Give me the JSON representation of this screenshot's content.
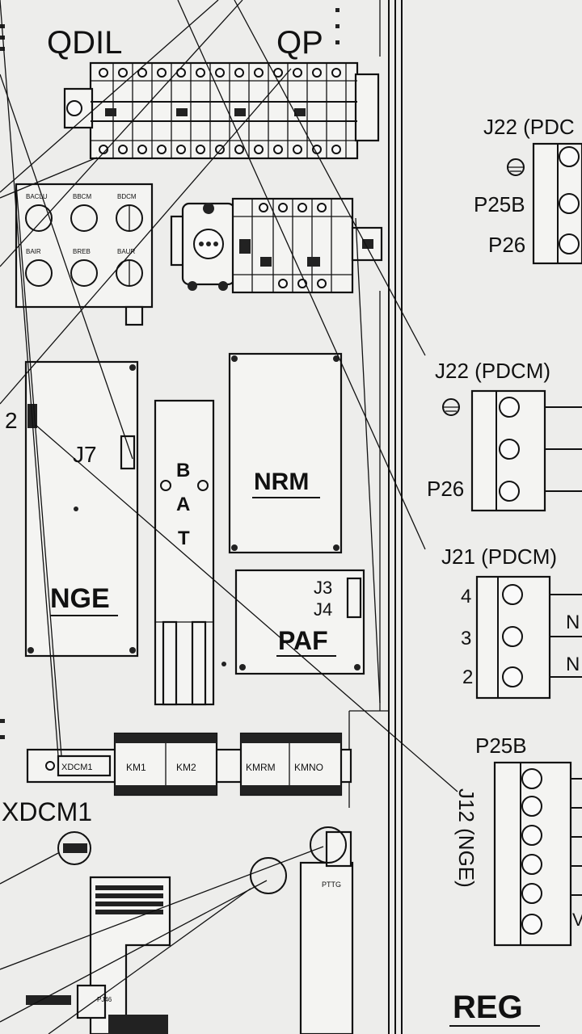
{
  "labels": {
    "qdil": "QDIL",
    "qp": "QP",
    "j22_top": "J22 (PDC",
    "j22": "J22 (PDCM)",
    "j21": "J21 (PDCM)",
    "j12": "J12 (NGE)",
    "p25b_top": "P25B",
    "p26_top": "P26",
    "p26": "P26",
    "p25b": "P25B",
    "num4": "4",
    "num3": "3",
    "num2": "2",
    "n1": "N",
    "n2": "N",
    "v1": "V",
    "j7": "J7",
    "j3": "J3",
    "j4": "J4",
    "bat_b": "B",
    "bat_a": "A",
    "bat_t": "T",
    "nrm": "NRM",
    "nge": "NGE",
    "paf": "PAF",
    "reg": "REG",
    "xdcm1": "XDCM1",
    "xdcm1_small": "XDCM1",
    "km1": "KM1",
    "km2": "KM2",
    "kmrm": "KMRM",
    "kmno": "KMNO",
    "two": "2",
    "pttg": "PTTG",
    "pj46": "PJ46",
    "btn1": "BACLU",
    "btn2": "BBCM",
    "btn3": "BDCM",
    "btn4": "BAIR",
    "btn5": "BREB",
    "btn6": "BAUR"
  },
  "colors": {
    "ink": "#111111",
    "paper": "#ededeb",
    "panel": "#f4f4f2"
  }
}
